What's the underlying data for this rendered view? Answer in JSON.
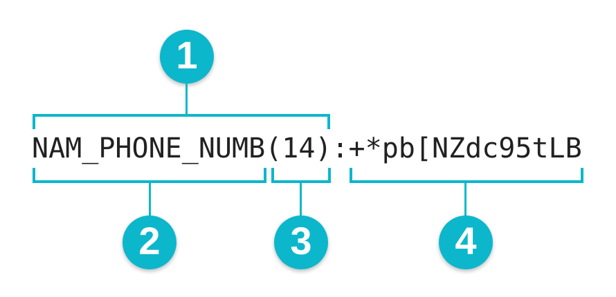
{
  "string": {
    "value": "NAM_PHONE_NUMB(14):+*pb[NZdc95tLB"
  },
  "callouts": [
    {
      "label": "1",
      "spans": "NAM_PHONE_NUMB(14)"
    },
    {
      "label": "2",
      "spans": "NAM_PHONE_NUMB"
    },
    {
      "label": "3",
      "spans": "(14)"
    },
    {
      "label": "4",
      "spans": "+*pb[NZdc95tLB"
    }
  ],
  "colors": {
    "accent": "#0CB7CC",
    "text": "#212121",
    "badge-text": "#FFFFFF",
    "background": "#FFFFFF"
  }
}
